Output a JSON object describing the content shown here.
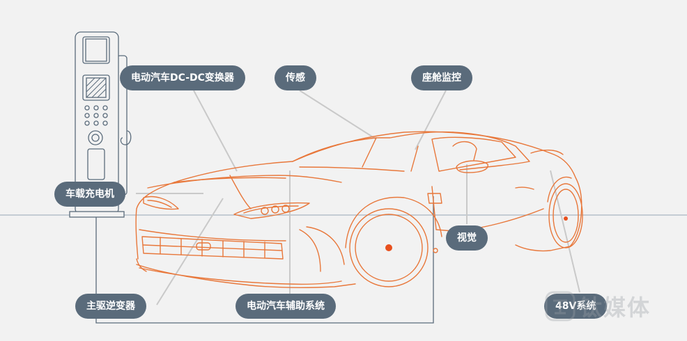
{
  "labels": {
    "dcdc": "电动汽车DC-DC变换器",
    "sensor": "传感",
    "cabin": "座舱监控",
    "obc": "车载充电机",
    "vision": "视觉",
    "inverter": "主驱逆变器",
    "aux": "电动汽车辅助系统",
    "v48": "48V系统"
  },
  "watermark": {
    "text": "钛媒体"
  },
  "colors": {
    "background": "#f2f2f2",
    "label_bg": "#5a6b7b",
    "car_line": "#e8773a",
    "car_dot": "#e8501e",
    "leader_line": "#c8c8c8",
    "charger_line": "#5a6b7b",
    "ground_line": "#a9b6c2"
  }
}
